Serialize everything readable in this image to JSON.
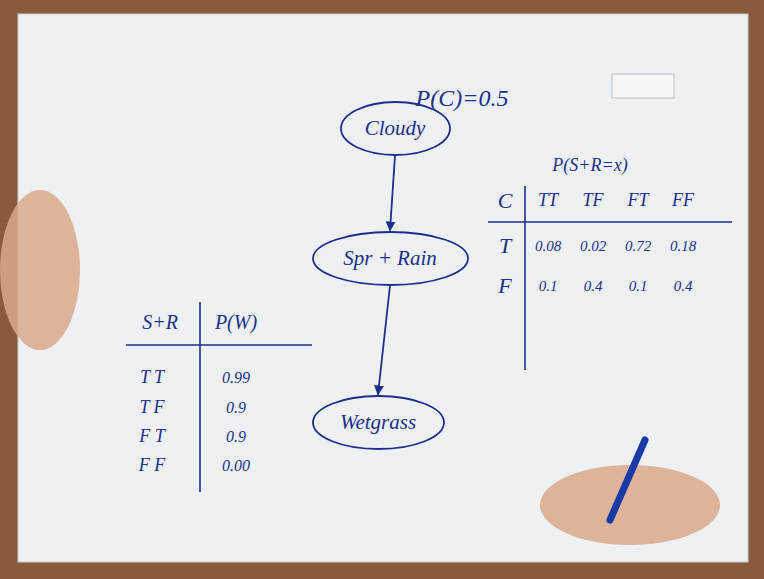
{
  "diagram": {
    "nodes": [
      {
        "text": [
          "Cloudy"
        ]
      },
      {
        "text": [
          "Spr + Rain"
        ]
      },
      {
        "text": [
          "Wetgrass"
        ]
      }
    ],
    "edges": [
      {
        "from": 0,
        "to": 1,
        "arrow": "to"
      },
      {
        "from": 1,
        "to": 2,
        "arrow": "to"
      }
    ],
    "labels": [
      "P(C)=0.5",
      "P(S+R=x)",
      "C",
      "TT",
      "TF",
      "FT",
      "FF",
      "T",
      "0.08",
      "0.02",
      "0.72",
      "0.18",
      "F",
      "0.1",
      "0.4",
      "0.1",
      "0.4",
      "S+R",
      "P(W)",
      "T T",
      "0.99",
      "T F",
      "0.9",
      "F T",
      "0.9",
      "F F",
      "0.00"
    ]
  }
}
